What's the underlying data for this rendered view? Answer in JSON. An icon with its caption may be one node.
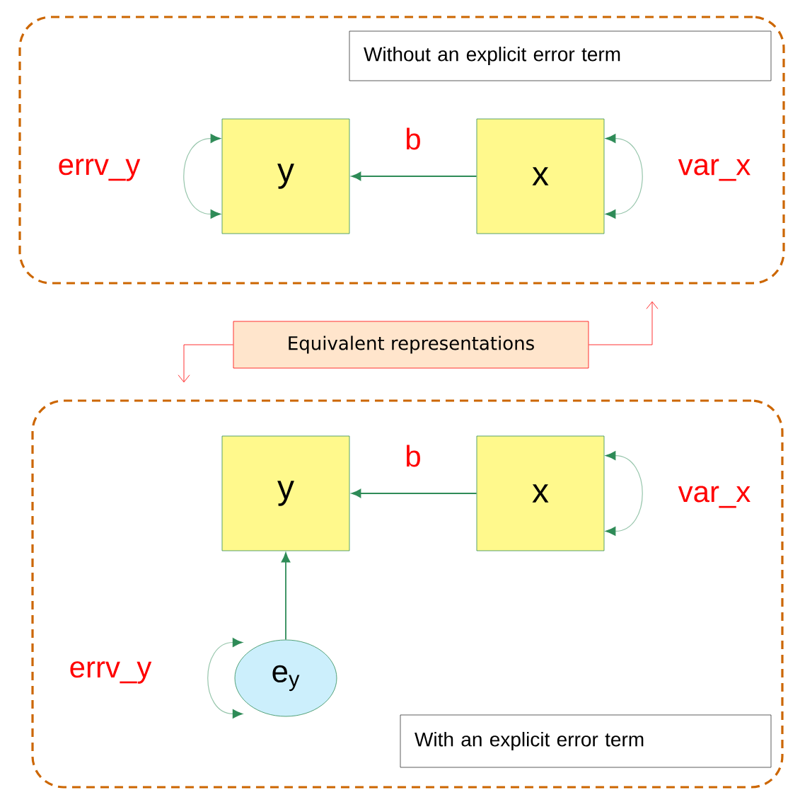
{
  "diagram": {
    "nodes": [
      {
        "text": [],
        "shape": "box"
      },
      {
        "text": [
          "Without an explicit error term"
        ],
        "in": 0
      },
      {
        "text": [
          "y"
        ],
        "in": 0
      },
      {
        "text": [
          "x"
        ],
        "in": 0
      },
      {
        "text": [
          "Equivalent representations"
        ]
      },
      {
        "text": [],
        "shape": "box"
      },
      {
        "text": [
          "y"
        ],
        "in": 5
      },
      {
        "text": [
          "x"
        ],
        "in": 5
      },
      {
        "text": [
          "e$_{y}$"
        ],
        "in": 5
      },
      {
        "text": [
          "With an explicit error term"
        ],
        "in": 5
      }
    ],
    "edges": [
      {
        "from": 2,
        "to": 2,
        "arrow": "both",
        "label": "errv_y",
        "color": "#96c5ab"
      },
      {
        "from": 3,
        "to": 2,
        "arrow": "to",
        "label": "b",
        "color": "#2e8b57"
      },
      {
        "from": 3,
        "to": 3,
        "arrow": "both",
        "label": "var_x",
        "color": "#96c5ab"
      },
      {
        "from": 4,
        "to": 0,
        "arrow": "to",
        "color": "#ff0000"
      },
      {
        "from": 4,
        "to": 5,
        "arrow": "to",
        "color": "#ff0000"
      },
      {
        "from": 7,
        "to": 6,
        "arrow": "to",
        "label": "b",
        "color": "#2e8b57"
      },
      {
        "from": 7,
        "to": 7,
        "arrow": "both",
        "label": "var_x",
        "color": "#96c5ab"
      },
      {
        "from": 8,
        "to": 6,
        "arrow": "to",
        "color": "#2e8b57"
      },
      {
        "from": 8,
        "to": 8,
        "arrow": "both",
        "label": "errv_y",
        "color": "#96c5ab"
      }
    ]
  }
}
